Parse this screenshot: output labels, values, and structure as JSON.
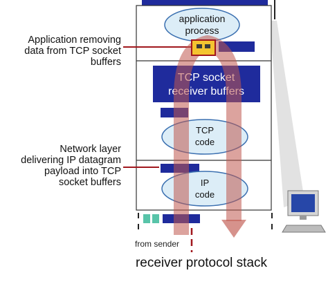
{
  "labels": {
    "app_removing": [
      "Application removing",
      "data from TCP socket",
      "buffers"
    ],
    "network_layer": [
      "Network layer",
      "delivering IP datagram",
      "payload into TCP",
      "socket buffers"
    ],
    "from_sender": "from sender",
    "stack_title": "receiver protocol stack"
  },
  "layers": {
    "application": [
      "application",
      "process"
    ],
    "tcp_buffers": [
      "TCP socket",
      "receiver buffers"
    ],
    "tcp_code": [
      "TCP",
      "code"
    ],
    "ip_code": [
      "IP",
      "code"
    ]
  },
  "colors": {
    "dark_blue": "#1f2b9c",
    "bubble_fill": "#dcedf7",
    "bubble_stroke": "#3a6fb0",
    "arrow": "#c0574e",
    "accent_line": "#a0161c",
    "yellow_packet": "#f4c430",
    "teal": "#58c4a9"
  }
}
